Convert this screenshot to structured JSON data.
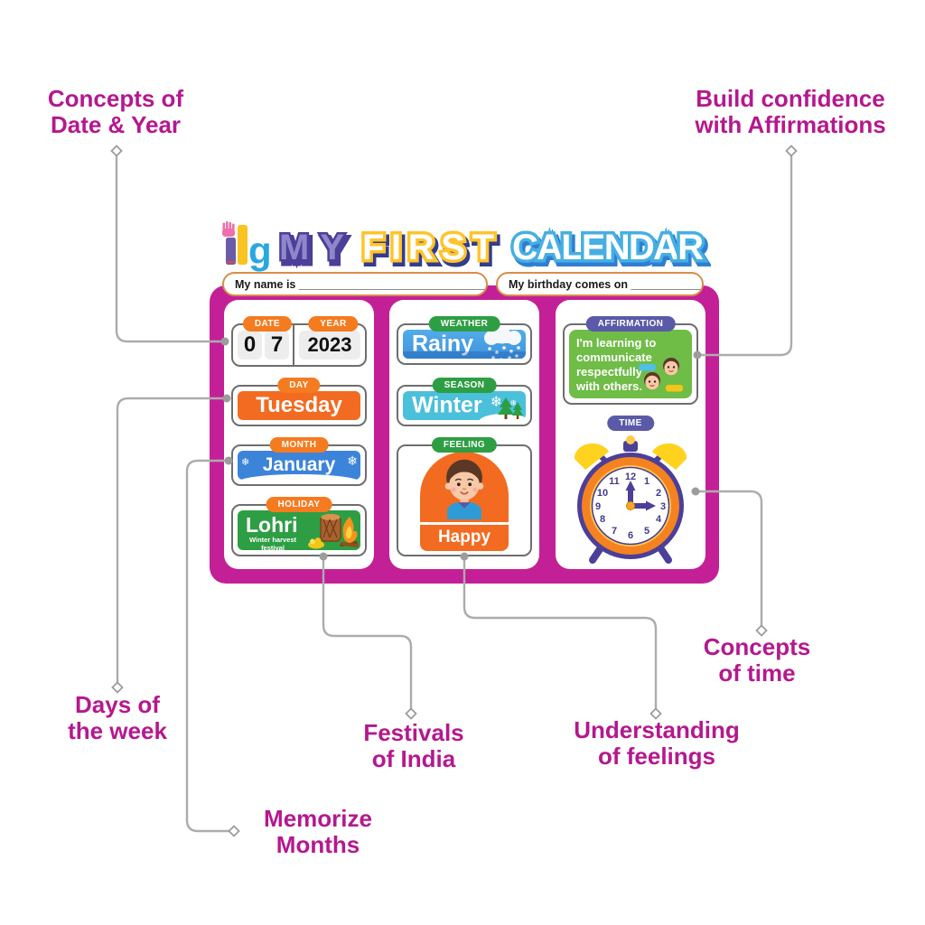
{
  "callouts": {
    "date_year": {
      "line1": "Concepts of",
      "line2": "Date & Year"
    },
    "affirmations": {
      "line1": "Build confidence",
      "line2": "with Affirmations"
    },
    "days_week": {
      "line1": "Days of",
      "line2": "the week"
    },
    "memorize": {
      "line1": "Memorize",
      "line2": "Months"
    },
    "festivals": {
      "line1": "Festivals",
      "line2": "of India"
    },
    "feelings": {
      "line1": "Understanding",
      "line2": "of feelings"
    },
    "time": {
      "line1": "Concepts",
      "line2": "of time"
    }
  },
  "header": {
    "logo_letter": "g",
    "title": {
      "word1": "MY",
      "word2": "FIRST",
      "word3": "CALENDAR"
    }
  },
  "form": {
    "name_label": "My name is _______________________________",
    "birthday_label": "My birthday comes on _____________"
  },
  "board": {
    "date": {
      "badge": "DATE",
      "digit1": "0",
      "digit2": "7"
    },
    "year": {
      "badge": "YEAR",
      "value": "2023"
    },
    "day": {
      "badge": "DAY",
      "value": "Tuesday"
    },
    "month": {
      "badge": "MONTH",
      "value": "January",
      "snowflake": "❄"
    },
    "holiday": {
      "badge": "HOLIDAY",
      "value": "Lohri",
      "subtitle1": "Winter harvest",
      "subtitle2": "festival"
    },
    "weather": {
      "badge": "WEATHER",
      "value": "Rainy"
    },
    "season": {
      "badge": "SEASON",
      "value": "Winter",
      "snowflake": "❄"
    },
    "feeling": {
      "badge": "FEELING",
      "value": "Happy"
    },
    "affirmation": {
      "badge": "AFFIRMATION",
      "text": "I'm learning to communicate respectfully with others."
    },
    "time": {
      "badge": "TIME",
      "numbers": [
        "12",
        "1",
        "2",
        "3",
        "4",
        "5",
        "6",
        "7",
        "8",
        "9",
        "10",
        "11"
      ]
    }
  },
  "colors": {
    "board_magenta": "#C32097",
    "callout_pink": "#B5188E",
    "orange": "#F26B21",
    "badge_orange": "#F47B20",
    "green": "#2E9E44",
    "affirmation_green": "#6FBC47",
    "badge_purple": "#5A5AA8",
    "month_blue": "#3C84D9",
    "weather_blue": "#4FA9E9",
    "season_teal": "#4AC0DB",
    "connector_gray": "#ACACAC"
  }
}
